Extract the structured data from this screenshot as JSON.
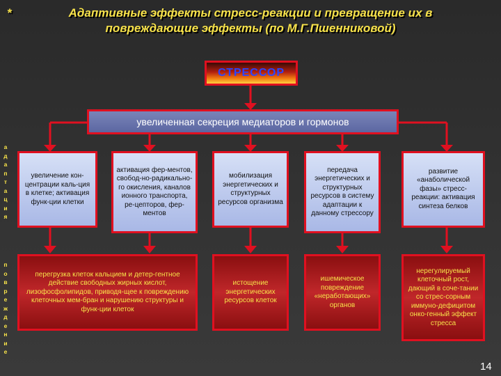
{
  "title": {
    "star": "*",
    "line1": "Адаптивные эффекты стресс-реакции и превращение их в",
    "line2": "повреждающие эффекты (по М.Г.Пшенниковой)"
  },
  "stressor": "СТРЕССОР",
  "mediators": "увеличенная секреция медиаторов и гормонов",
  "side_labels": {
    "adaptation": [
      "а",
      "д",
      "а",
      "п",
      "т",
      "а",
      "ц",
      "и",
      "я"
    ],
    "damage": [
      "п",
      "о",
      "в",
      "р",
      "е",
      "ж",
      "д",
      "е",
      "н",
      "и",
      "е"
    ]
  },
  "adaptive": [
    "увеличение кон-центрации каль-ция в клетке; активация функ-ции клетки",
    "активация фер-ментов, свобод-но-радикально-го окисления, каналов ионного транспорта, ре-цепторов, фер-ментов",
    "мобилизация энергетических и структурных ресурсов организма",
    "передача энергетических и структурных ресурсов в систему адаптации к данному стрессору",
    "развитие «анаболической фазы» стресс-реакции: активация синтеза белков"
  ],
  "damaging": [
    "перегрузка клеток кальцием и детер-гентное действие свободных жирных кислот, лизофосфолипидов, приводя-щее к повреждению клеточных мем-бран и нарушению структуры и функ-ции клеток",
    "истощение энергетических ресурсов клеток",
    "ишемическое повреждение «неработающих» органов",
    "нерегулируемый клеточный рост, дающий в соче-тании со стрес-сорным иммуно-дефицитом онко-генный эффект стресса"
  ],
  "page_number": "14",
  "colors": {
    "background": "#333333",
    "title": "#f7e24a",
    "border": "#e01020",
    "connector": "#e01020",
    "stressor_text": "#2a45ff",
    "adaptive_box": "#b8c6ee",
    "damage_box": "#a8191b",
    "damage_text": "#f7e24a"
  }
}
